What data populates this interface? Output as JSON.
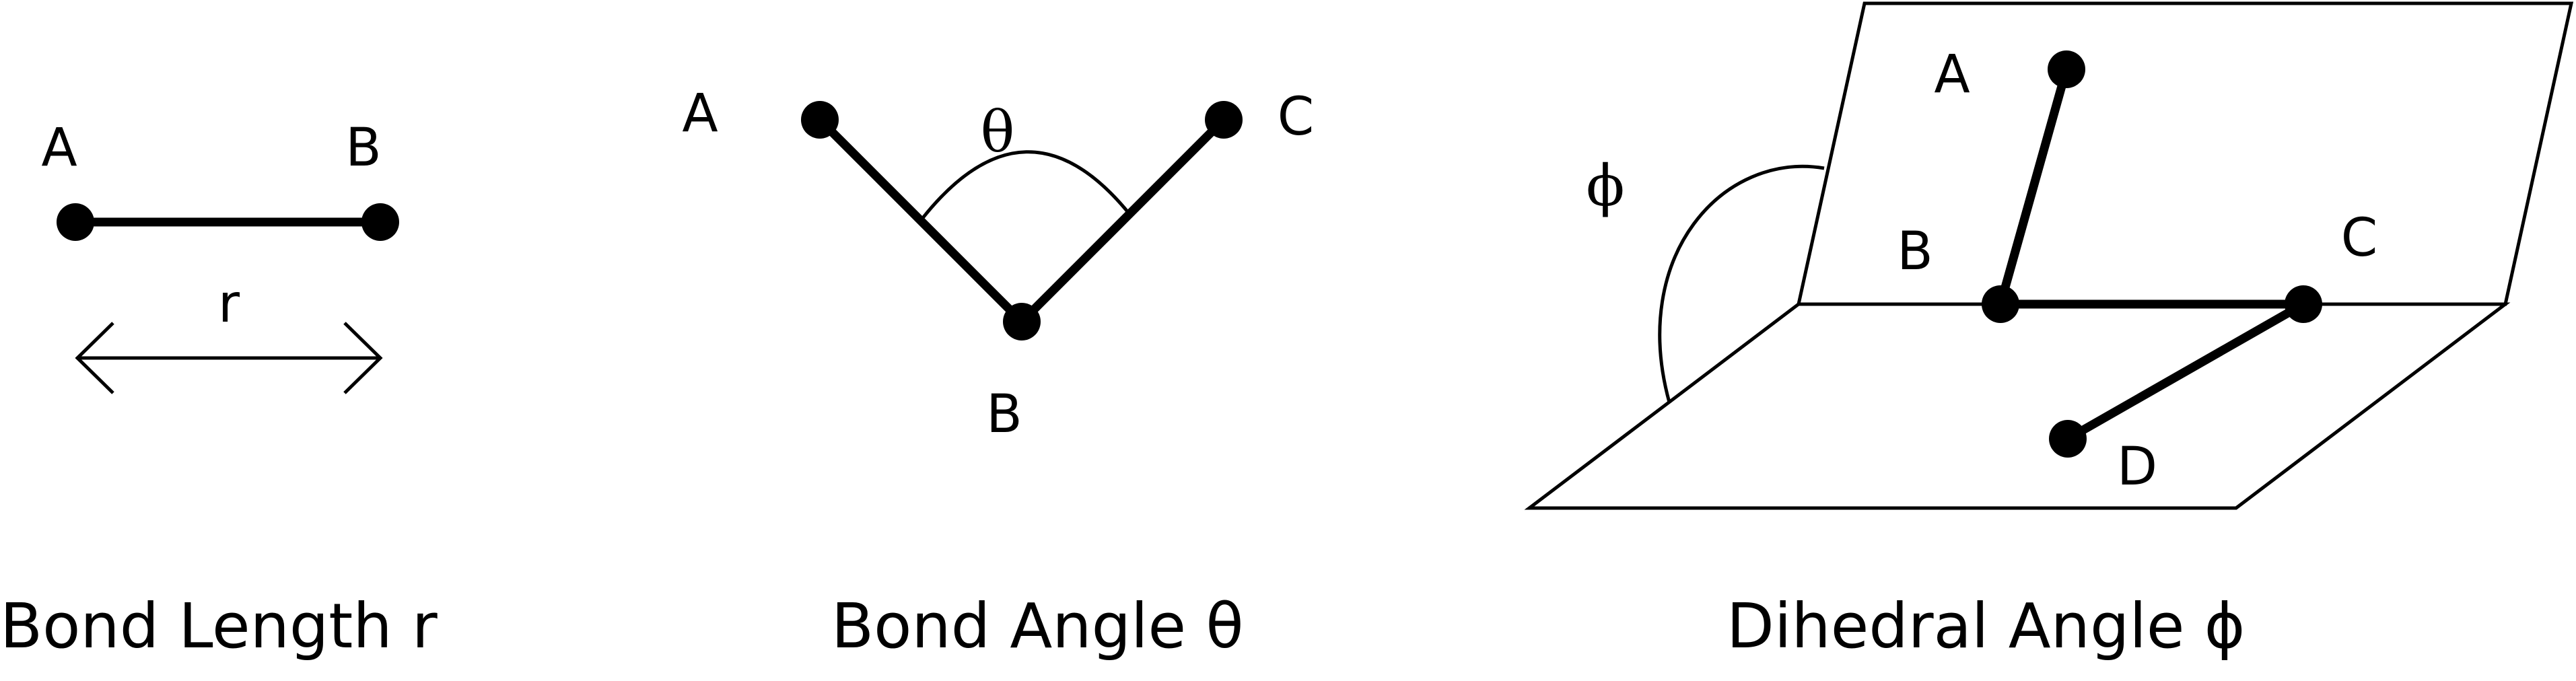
{
  "bond_length": {
    "atom_a": "A",
    "atom_b": "B",
    "distance_symbol": "r",
    "caption": "Bond Length r"
  },
  "bond_angle": {
    "atom_a": "A",
    "atom_b": "B",
    "atom_c": "C",
    "angle_symbol": "θ",
    "caption": "Bond Angle θ"
  },
  "dihedral_angle": {
    "atom_a": "A",
    "atom_b": "B",
    "atom_c": "C",
    "atom_d": "D",
    "angle_symbol": "ϕ",
    "caption": "Dihedral Angle ϕ"
  },
  "colors": {
    "ink": "#000000",
    "background": "#ffffff"
  }
}
